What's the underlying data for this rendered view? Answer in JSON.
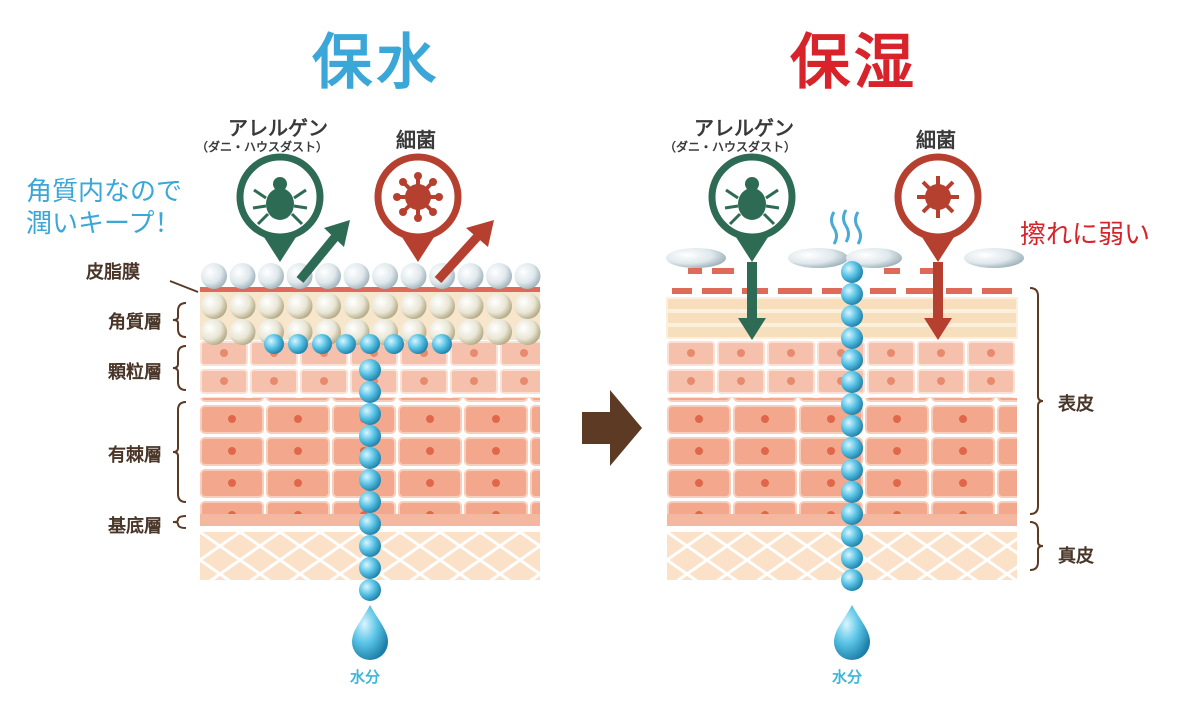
{
  "left_panel": {
    "title": "保水",
    "allergen_label": "アレルゲン",
    "allergen_sub": "（ダニ・ハウスダスト）",
    "bacteria_label": "細菌",
    "callout_line1": "角質内なので",
    "callout_line2": "潤いキープ！",
    "water_label": "水分",
    "layers": [
      "皮脂膜",
      "角質層",
      "顆粒層",
      "有棘層",
      "基底層"
    ]
  },
  "right_panel": {
    "title": "保湿",
    "allergen_label": "アレルゲン",
    "allergen_sub": "（ダニ・ハウスダスト）",
    "bacteria_label": "細菌",
    "callout": "擦れに弱い",
    "water_label": "水分",
    "side_labels": [
      "表皮",
      "真皮"
    ]
  },
  "colors": {
    "title_left": "#3aa7d8",
    "title_right": "#d8232a",
    "allergen": "#2e6b55",
    "bacteria": "#b6402f",
    "water": "#3fb6d9",
    "arrow": "#5c3a24"
  }
}
